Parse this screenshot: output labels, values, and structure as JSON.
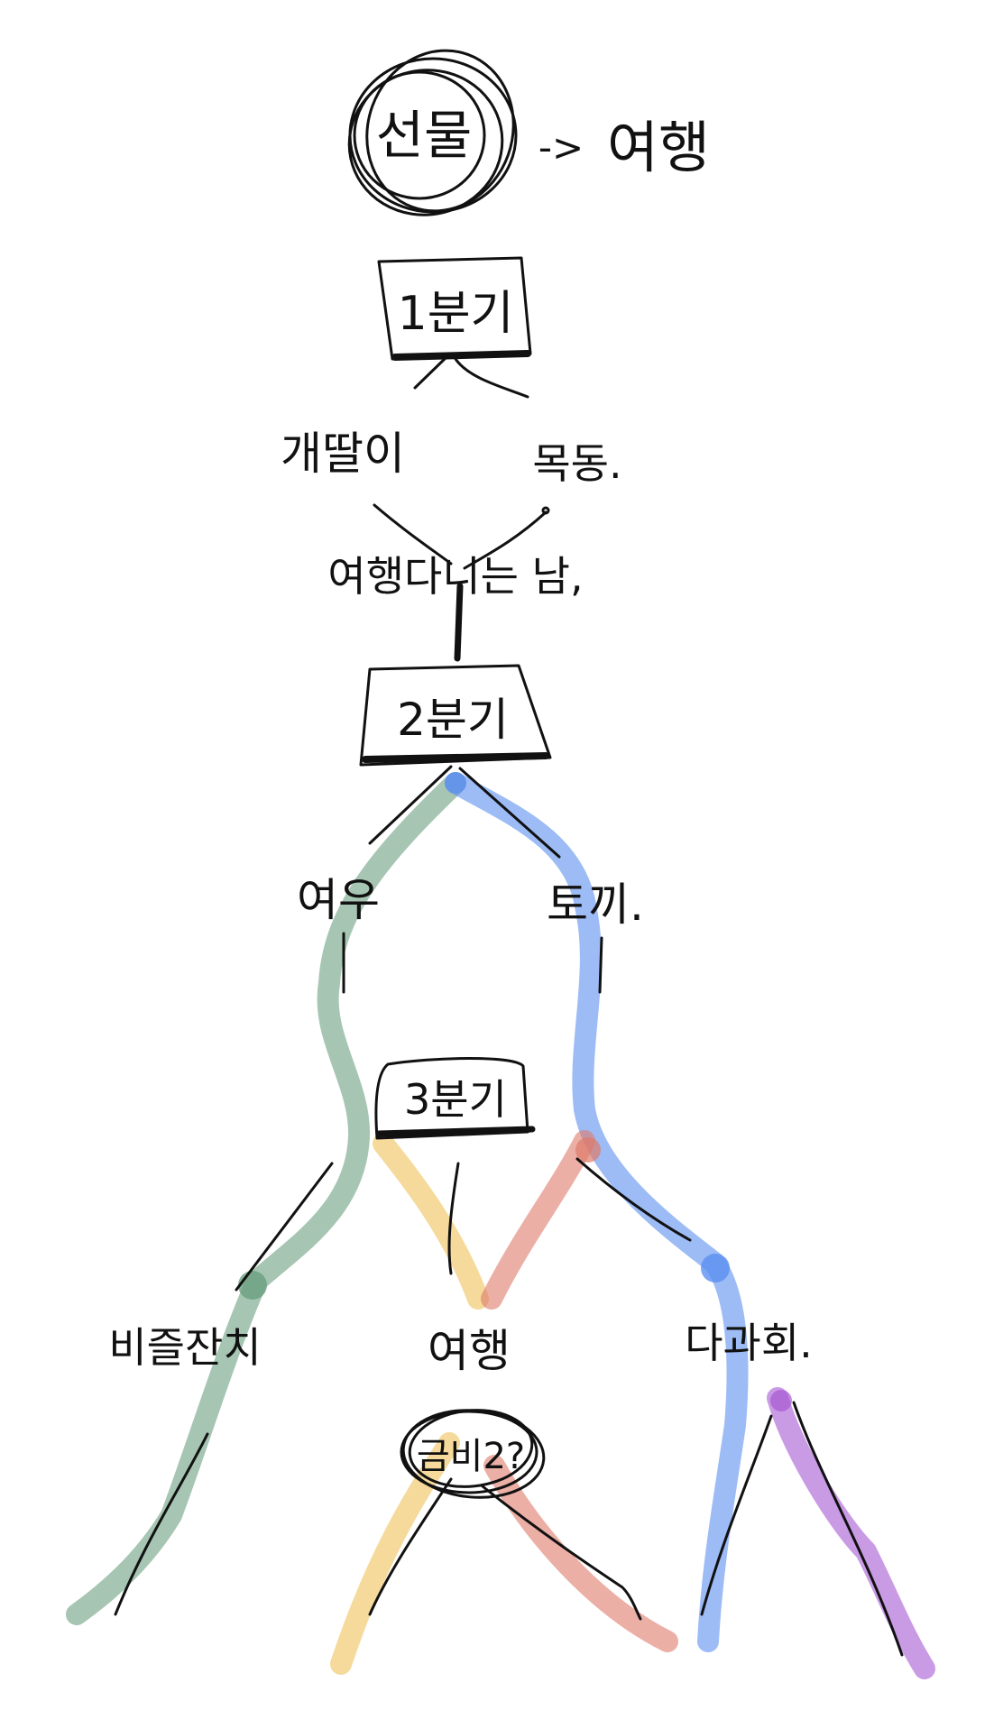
{
  "colors": {
    "ink": "#111111",
    "green": "#6a9f80",
    "blue": "#5b8ff0",
    "yellow": "#efc25a",
    "red": "#de7a6a",
    "purple": "#a659d3"
  },
  "top": {
    "root_label": "선물",
    "arrow": "->",
    "root_target": "여행"
  },
  "branch1": {
    "box_label": "1분기",
    "left_item": "개딸이",
    "right_item": "목동.",
    "merge_text": "여행다니는 남,"
  },
  "branch2": {
    "box_label": "2분기",
    "left_item": "여우",
    "right_item": "토끼."
  },
  "branch3": {
    "box_label": "3분기",
    "left_item": "비즐잔치",
    "middle_item": "여행",
    "right_item": "다과회.",
    "circle_label": "금비2?"
  }
}
